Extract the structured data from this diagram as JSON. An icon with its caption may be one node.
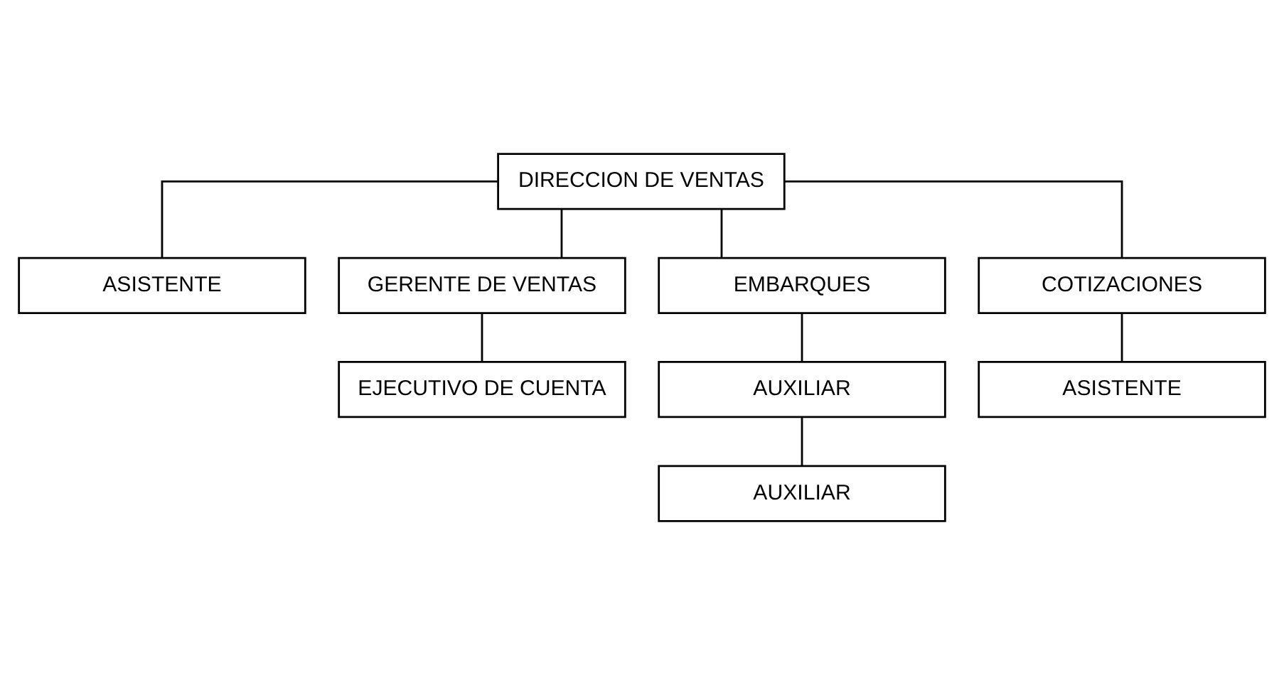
{
  "diagram": {
    "nodes": [
      {
        "text": [
          "DIRECCION DE VENTAS"
        ]
      },
      {
        "text": [
          "ASISTENTE"
        ]
      },
      {
        "text": [
          "GERENTE DE VENTAS"
        ]
      },
      {
        "text": [
          "EMBARQUES"
        ]
      },
      {
        "text": [
          "COTIZACIONES"
        ]
      },
      {
        "text": [
          "EJECUTIVO DE CUENTA"
        ]
      },
      {
        "text": [
          "AUXILIAR"
        ]
      },
      {
        "text": [
          "ASISTENTE"
        ]
      },
      {
        "text": [
          "AUXILIAR"
        ]
      }
    ],
    "edges": [
      {
        "from": 0,
        "to": 1,
        "arrow": "none"
      },
      {
        "from": 0,
        "to": 2,
        "arrow": "none"
      },
      {
        "from": 0,
        "to": 3,
        "arrow": "none"
      },
      {
        "from": 0,
        "to": 4,
        "arrow": "none"
      },
      {
        "from": 2,
        "to": 5,
        "arrow": "none"
      },
      {
        "from": 3,
        "to": 6,
        "arrow": "none"
      },
      {
        "from": 4,
        "to": 7,
        "arrow": "none"
      },
      {
        "from": 6,
        "to": 8,
        "arrow": "none"
      }
    ]
  }
}
